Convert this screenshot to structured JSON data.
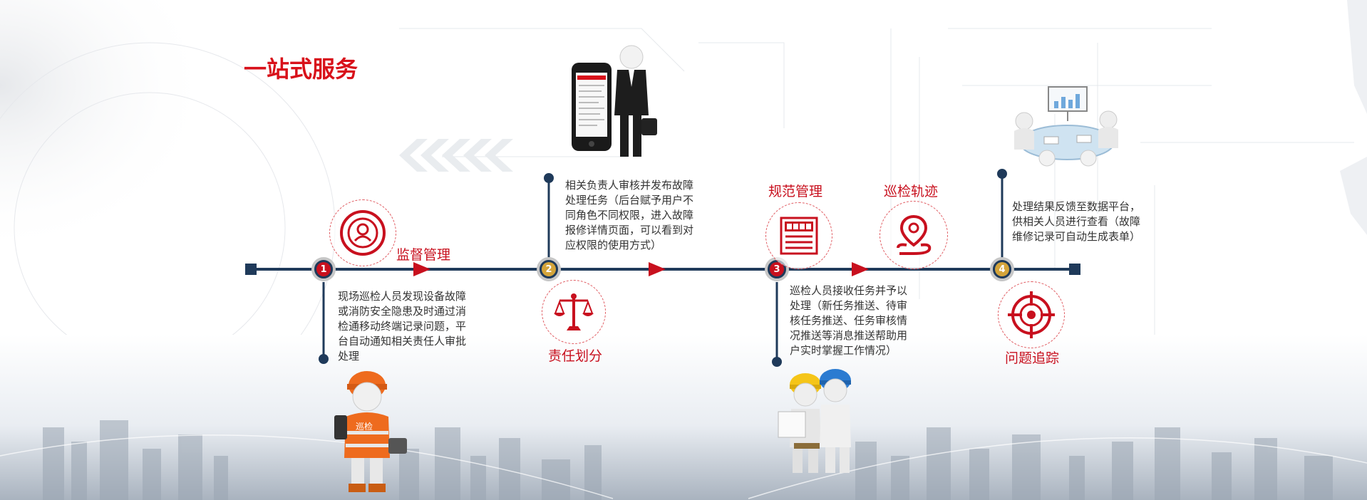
{
  "title": "一站式服务",
  "steps": [
    {
      "number": "1",
      "text": "现场巡检人员发现设备故障\n或消防安全隐患及时通过消\n检通移动终端记录问题，平\n台自动通知相关责任人审批\n处理"
    },
    {
      "number": "2",
      "text": "相关负责人审核并发布故障\n处理任务（后台赋予用户不\n同角色不同权限，进入故障\n报修详情页面，可以看到对\n应权限的使用方式）"
    },
    {
      "number": "3",
      "text": "巡检人员接收任务并予以\n处理（新任务推送、待审\n核任务推送、任务审核情\n况推送等消息推送帮助用\n户实时掌握工作情况）"
    },
    {
      "number": "4",
      "text": "处理结果反馈至数据平台，\n供相关人员进行查看（故障\n维修记录可自动生成表单）"
    }
  ],
  "categories": {
    "supervision": "监督管理",
    "responsibility": "责任划分",
    "standard": "规范管理",
    "patrol_track": "巡检轨迹",
    "tracking": "问题追踪"
  },
  "vest_text": "巡检",
  "colors": {
    "accent": "#c8101e",
    "timeline": "#1f3a5a",
    "node_gold": "#d4a43a"
  }
}
